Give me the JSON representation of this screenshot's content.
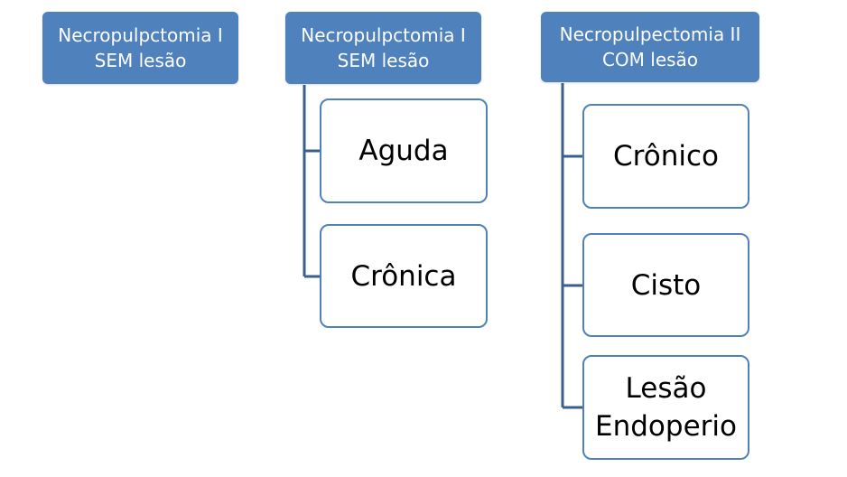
{
  "colors": {
    "header_fill": "#4f81bd",
    "connector": "#3a5f8f",
    "child_border": "#4f81bd"
  },
  "columns": [
    {
      "header": "Necropulpctomia I\nSEM lesão",
      "children": []
    },
    {
      "header": "Necropulpctomia I\nSEM lesão",
      "children": [
        "Aguda",
        "Crônica"
      ]
    },
    {
      "header": "Necropulpectomia II\nCOM lesão",
      "children": [
        "Crônico",
        "Cisto",
        "Lesão\nEndoperio"
      ]
    }
  ]
}
